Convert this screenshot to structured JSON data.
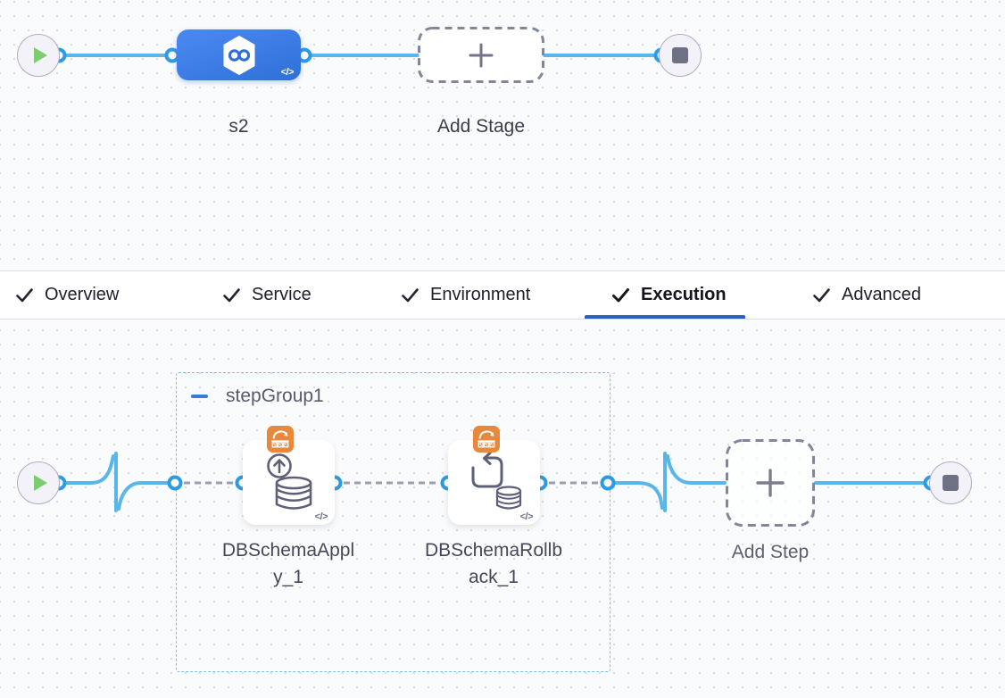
{
  "stage_builder": {
    "start_node": "play",
    "end_node": "stop",
    "stage": {
      "name": "s2",
      "code_label": "</>"
    },
    "add_stage_label": "Add Stage"
  },
  "tabs": [
    {
      "label": "Overview",
      "checked": true,
      "active": false
    },
    {
      "label": "Service",
      "checked": true,
      "active": false
    },
    {
      "label": "Environment",
      "checked": true,
      "active": false
    },
    {
      "label": "Execution",
      "checked": true,
      "active": true
    },
    {
      "label": "Advanced",
      "checked": true,
      "active": false
    }
  ],
  "execution": {
    "step_group": {
      "label": "stepGroup1",
      "collapse_icon": "minus-icon"
    },
    "steps": [
      {
        "name": "DBSchemaApply_1",
        "label_line1": "DBSchemaAppl",
        "label_line2": "y_1",
        "code_label": "</>",
        "type_icon": "db-schema-apply-icon",
        "badge_icon": "db-devops-badge-icon"
      },
      {
        "name": "DBSchemaRollback_1",
        "label_line1": "DBSchemaRollb",
        "label_line2": "ack_1",
        "code_label": "</>",
        "type_icon": "db-schema-rollback-icon",
        "badge_icon": "db-devops-badge-icon"
      }
    ],
    "add_step_label": "Add Step"
  },
  "colors": {
    "edge_blue": "#5ab6e8",
    "port_blue": "#2c9be4",
    "stage_blue": "#3c7ee4",
    "badge_orange": "#e8883d",
    "active_tab_underline": "#2463cb",
    "step_group_border": "#72c6ea"
  }
}
